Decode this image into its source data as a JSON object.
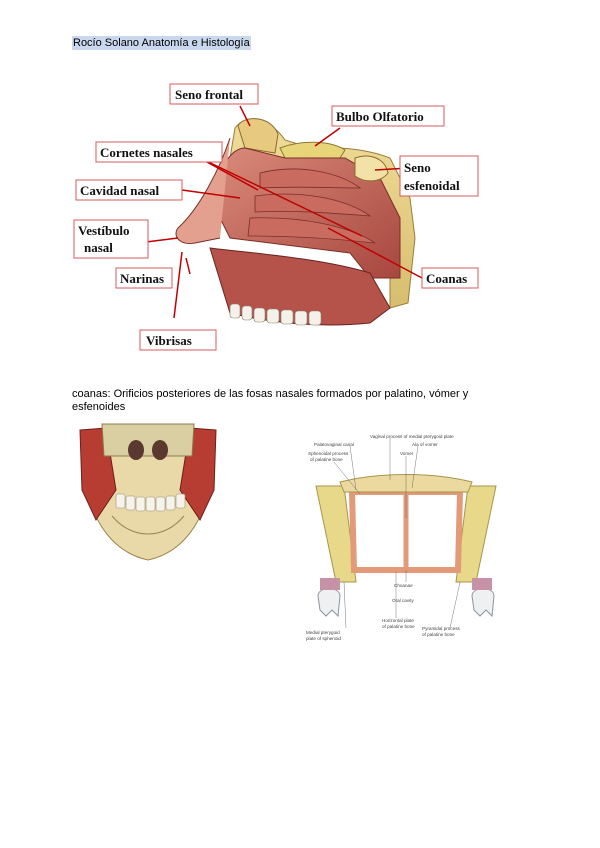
{
  "header": {
    "text": "Rocío Solano  Anatomía e Histología"
  },
  "figure1": {
    "labels": {
      "seno_frontal": "Seno frontal",
      "bulbo_olfatorio": "Bulbo Olfatorio",
      "cornetes_nasales": "Cornetes nasales",
      "seno_esfenoidal_1": "Seno",
      "seno_esfenoidal_2": "esfenoidal",
      "cavidad_nasal": "Cavidad nasal",
      "vestibulo_1": "Vestíbulo",
      "vestibulo_2": "nasal",
      "narinas": "Narinas",
      "coanas": "Coanas",
      "vibrisas": "Vibrisas"
    },
    "colors": {
      "label_border": "#d45a5a",
      "arrow": "#c00000"
    }
  },
  "caption": {
    "text": "coanas:  Orificios posteriores de las fosas nasales formados por palatino, vómer y esfenoides"
  },
  "figure3": {
    "labels": {
      "top": "Vaginal process of medial pterygoid plate",
      "palatovaginal": "Palatovaginal canal",
      "sphenoidal_1": "Sphenoidal process",
      "sphenoidal_2": "of palatine bone",
      "ala": "Ala of vomer",
      "vomer": "Vomer",
      "choanae": "Choanae",
      "oral": "Oral cavity",
      "horizontal_1": "Horizontal plate",
      "horizontal_2": "of palatine bone",
      "medial_1": "Medial pterygoid",
      "medial_2": "plate of sphenoid",
      "pyramidal_1": "Pyramidal process",
      "pyramidal_2": "of palatine bone"
    }
  }
}
